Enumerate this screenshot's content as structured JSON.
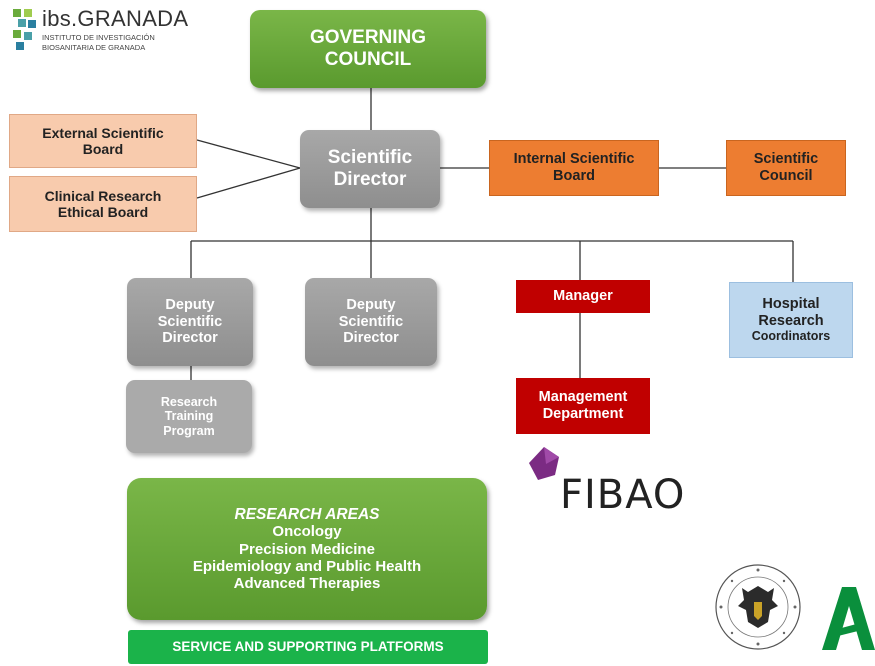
{
  "logo": {
    "name": "ibs.GRANADA",
    "line1": "INSTITUTO DE INVESTIGACIÓN",
    "line2": "BIOSANITARIA DE GRANADA"
  },
  "nodes": {
    "governing_council": [
      "GOVERNING",
      "COUNCIL"
    ],
    "external_board": [
      "External Scientific",
      "Board"
    ],
    "ethical_board": [
      "Clinical Research",
      "Ethical Board"
    ],
    "scientific_director": [
      "Scientific",
      "Director"
    ],
    "internal_board": [
      "Internal Scientific",
      "Board"
    ],
    "scientific_council": [
      "Scientific",
      "Council"
    ],
    "deputy_1": [
      "Deputy",
      "Scientific",
      "Director"
    ],
    "deputy_2": [
      "Deputy",
      "Scientific",
      "Director"
    ],
    "manager": "Manager",
    "hospital": [
      "Hospital",
      "Research",
      "Coordinators"
    ],
    "training": [
      "Research",
      "Training",
      "Program"
    ],
    "management": [
      "Management",
      "Department"
    ]
  },
  "research": {
    "heading": "RESEARCH AREAS",
    "areas": [
      "Oncology",
      "Precision Medicine",
      "Epidemiology and Public Health",
      "Advanced Therapies"
    ]
  },
  "platforms": "SERVICE AND SUPPORTING PLATFORMS",
  "fibao": "FIBAO",
  "colors": {
    "green": "#6aab3c",
    "gray": "#9b9b9b",
    "peach": "#f8cbad",
    "orange": "#ed7d31",
    "red": "#c00000",
    "blue": "#bdd7ee",
    "platform_green": "#1bb34a"
  }
}
